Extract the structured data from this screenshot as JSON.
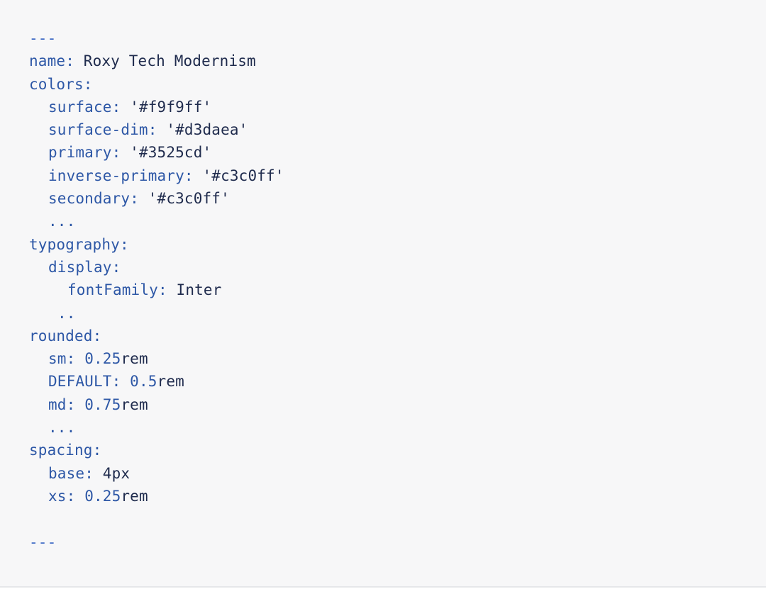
{
  "frontmatter": {
    "open_delimiter": "---",
    "close_delimiter": "---",
    "name": {
      "key": "name",
      "value": "Roxy Tech Modernism"
    },
    "colors": {
      "key": "colors",
      "items": [
        {
          "key": "surface",
          "value": "'#f9f9ff'"
        },
        {
          "key": "surface-dim",
          "value": "'#d3daea'"
        },
        {
          "key": "primary",
          "value": "'#3525cd'"
        },
        {
          "key": "inverse-primary",
          "value": "'#c3c0ff'"
        },
        {
          "key": "secondary",
          "value": "'#c3c0ff'"
        }
      ],
      "ellipsis": "..."
    },
    "typography": {
      "key": "typography",
      "display_key": "display",
      "font_family_key": "fontFamily",
      "font_family_value": "Inter",
      "ellipsis": ".."
    },
    "rounded": {
      "key": "rounded",
      "items": [
        {
          "key": "sm",
          "number": "0.25",
          "unit": "rem"
        },
        {
          "key": "DEFAULT",
          "number": "0.5",
          "unit": "rem"
        },
        {
          "key": "md",
          "number": "0.75",
          "unit": "rem"
        }
      ],
      "ellipsis": "..."
    },
    "spacing": {
      "key": "spacing",
      "items": [
        {
          "key": "base",
          "number": "4",
          "unit": "px"
        },
        {
          "key": "xs",
          "number": "0.25",
          "unit": "rem"
        }
      ]
    }
  }
}
